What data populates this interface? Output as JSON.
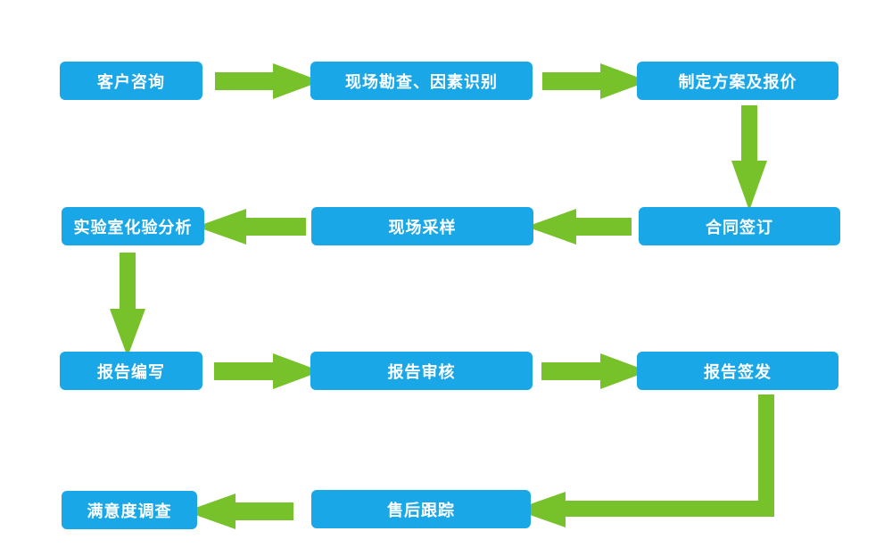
{
  "colors": {
    "box": "#1aa7e8",
    "arrow": "#77c12a",
    "text": "#ffffff"
  },
  "steps": [
    "客户咨询",
    "现场勘查、因素识别",
    "制定方案及报价",
    "合同签订",
    "现场采样",
    "实验室化验分析",
    "报告编写",
    "报告审核",
    "报告签发",
    "售后跟踪",
    "满意度调查"
  ]
}
